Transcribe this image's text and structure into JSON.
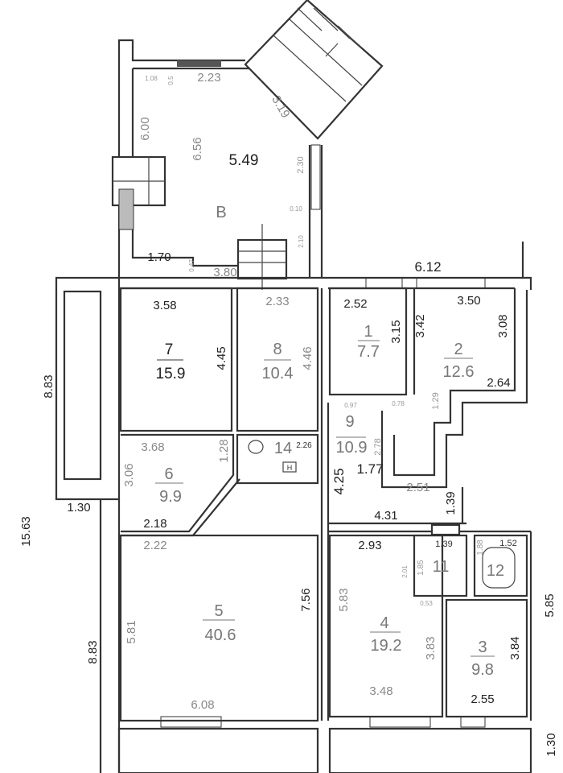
{
  "rooms": {
    "B": {
      "label": "B",
      "area": "5.49"
    },
    "r1": {
      "number": "1",
      "area": "7.7"
    },
    "r2": {
      "number": "2",
      "area": "12.6"
    },
    "r3": {
      "number": "3",
      "area": "9.8"
    },
    "r4": {
      "number": "4",
      "area": "19.2"
    },
    "r5": {
      "number": "5",
      "area": "40.6"
    },
    "r6": {
      "number": "6",
      "area": "9.9"
    },
    "r7": {
      "number": "7",
      "area": "15.9"
    },
    "r8": {
      "number": "8",
      "area": "10.4"
    },
    "r9": {
      "number": "9",
      "area": "10.9"
    },
    "r11": {
      "number": "11"
    },
    "r12": {
      "number": "12"
    },
    "r14": {
      "number": "14"
    }
  },
  "dims": {
    "loggia_top_small": "1.08",
    "loggia_top_tiny": "0.5",
    "loggia_top": "2.23",
    "loggia_diag": "3.19",
    "loggia_left_outer": "6.00",
    "loggia_left": "6.56",
    "loggia_right_upper": "2.30",
    "loggia_gap": "0.10",
    "loggia_right_lower": "2.10",
    "loggia_bottom_left": "1.70",
    "loggia_step": "0.47",
    "loggia_bottom": "3.80",
    "right_top": "6.12",
    "r7_top": "3.58",
    "r8_top": "2.33",
    "r1_top": "2.52",
    "r2_top": "3.50",
    "r1_right": "3.15",
    "r2_left": "3.42",
    "r2_right": "3.08",
    "r7_right": "4.45",
    "r8_right": "4.46",
    "r2_bottom": "2.64",
    "r2_step": "1.29",
    "left_upper": "8.83",
    "c_tiny1": "0.97",
    "c_tiny2": "0.78",
    "c_right": "2.78",
    "r6_top": "3.68",
    "r6_right": "1.28",
    "r14_w": "2.26",
    "r6_left": "3.06",
    "corr_left": "4.25",
    "corr_w": "1.77",
    "corr_bottom": "2.51",
    "corr_step": "1.39",
    "left_wall": "1.30",
    "total_left": "15.63",
    "r6_bottom": "2.18",
    "r5_top": "2.22",
    "r4_top_outer": "4.31",
    "r4_top": "2.93",
    "r11_top": "1.39",
    "r12_left": "1.88",
    "r12_top": "1.52",
    "r11_outer": "2.01",
    "r11_left": "1.85",
    "r11_bottom": "0.53",
    "r5_right": "7.56",
    "r5_left": "5.81",
    "r4_left": "5.83",
    "r4_right": "3.83",
    "r3_right": "3.84",
    "right_lower": "5.85",
    "r4_bottom": "3.48",
    "r3_bottom": "2.55",
    "r5_bottom": "6.08",
    "left_lower": "8.83",
    "bottom_right": "1.30"
  },
  "marks": {
    "fuse_box": "H"
  }
}
